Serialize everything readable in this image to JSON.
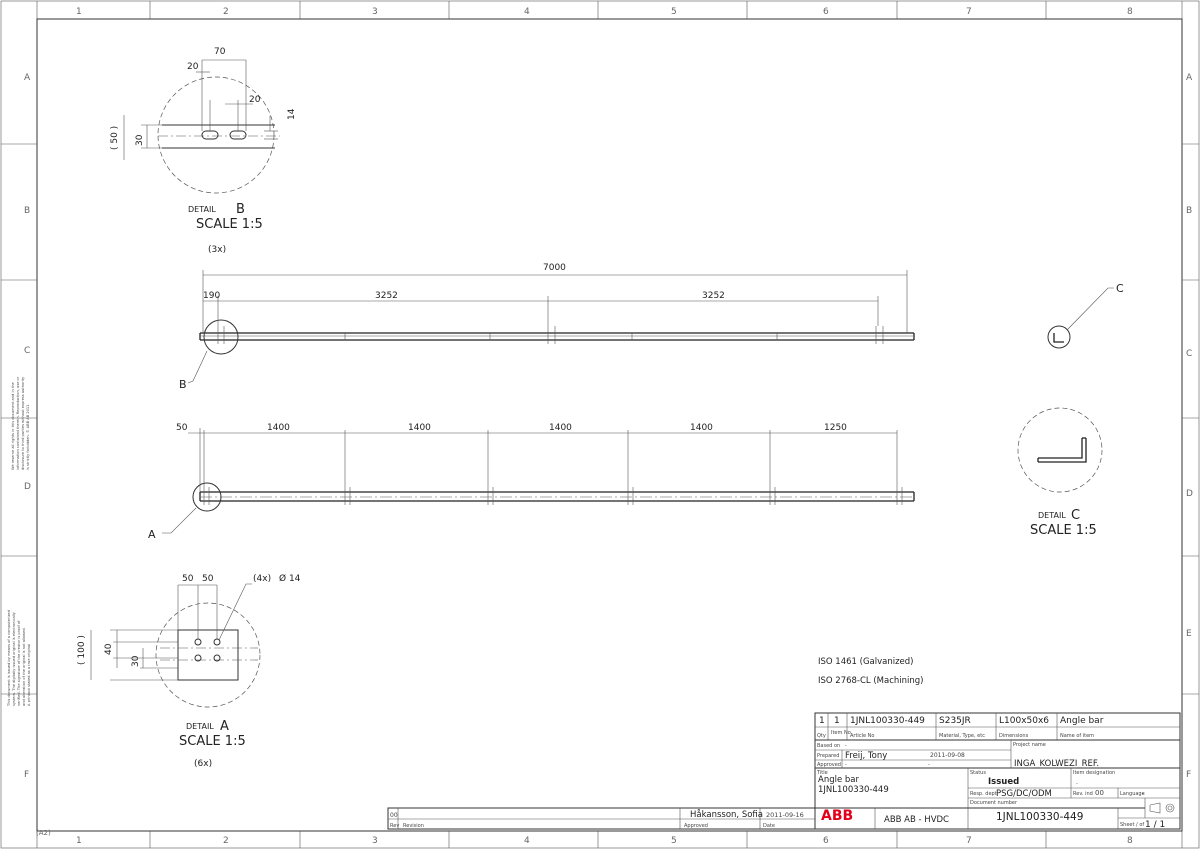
{
  "grid": {
    "columns": [
      "1",
      "2",
      "3",
      "4",
      "5",
      "6",
      "7",
      "8"
    ],
    "rows": [
      "A",
      "B",
      "C",
      "D",
      "E",
      "F"
    ],
    "format": "(A2)"
  },
  "side_notes": {
    "note1": [
      "We reserve all rights in this document and in the",
      "information contained therein. Reproduction, use or",
      "disclosure to third parties without express authority",
      "is strictly forbidden. © ABB AB 2011"
    ],
    "note2": [
      "This document is issued by means of a computerized",
      "system. The digitally issued original is electronically",
      "verified. The signature of the creator is proof of",
      "and alteration of the original is not allowed.",
      "A printout stated as a true original"
    ]
  },
  "detail_b": {
    "dims": {
      "top_70": "70",
      "left_20": "20",
      "right_20": "20",
      "h14": "14",
      "h30": "30",
      "h50": "( 50 )"
    },
    "title_word": "DETAIL",
    "letter": "B",
    "scale": "SCALE 1:5",
    "qty": "(3x)"
  },
  "view_top": {
    "overall": "7000",
    "d190": "190",
    "d3252a": "3252",
    "d3252b": "3252",
    "callout_b": "B"
  },
  "view_bottom": {
    "d50": "50",
    "d1400a": "1400",
    "d1400b": "1400",
    "d1400c": "1400",
    "d1400d": "1400",
    "d1250": "1250",
    "callout_a": "A"
  },
  "callout_c": "C",
  "detail_c": {
    "title_word": "DETAIL",
    "letter": "C",
    "scale": "SCALE 1:5"
  },
  "detail_a": {
    "dims": {
      "d50a": "50",
      "d50b": "50",
      "hole": "(4x)",
      "dia": "Ø 14",
      "h40": "40",
      "h30": "30",
      "h100": "( 100 )"
    },
    "title_word": "DETAIL",
    "letter": "A",
    "scale": "SCALE 1:5",
    "qty": "(6x)"
  },
  "notes": {
    "iso1": "ISO  1461  (Galvanized)",
    "iso2": "ISO  2768-CL  (Machining)"
  },
  "parts_list": {
    "qty": "1",
    "item": "1",
    "article": "1JNL100330-449",
    "material": "S235JR",
    "dimensions": "L100x50x6",
    "name": "Angle bar",
    "h_qty": "Qty",
    "h_item": "Item No",
    "h_article": "Article No",
    "h_material": "Material, Type, etc",
    "h_dimensions": "Dimensions",
    "h_name": "Name of item"
  },
  "title_block": {
    "based_on_lbl": "Based on",
    "based_on": "-",
    "prepared_lbl": "Prepared",
    "prepared": "Freij, Tony",
    "prepared_date": "2011-09-08",
    "approved_lbl": "Approved",
    "approved": "-",
    "approved_date": "-",
    "project_lbl": "Project name",
    "project": "INGA_KOLWEZI_REF.",
    "title_lbl": "Title",
    "title1": "Angle bar",
    "title2": "1JNL100330-449",
    "status_lbl": "Status",
    "status": "Issued",
    "item_des_lbl": "Item designation",
    "item_des": "-",
    "resp_lbl": "Resp. dept",
    "resp": "PSG/DC/ODM",
    "rev_lbl": "Rev. ind",
    "rev": "00",
    "lang_lbl": "Language",
    "lang": "-",
    "docnum_lbl": "Document number",
    "docnum": "1JNL100330-449",
    "company": "ABB  AB   -   HVDC",
    "logo": "ABB",
    "sheet_lbl": "Sheet / of",
    "sheet": "1  /  1"
  },
  "revision": {
    "rev": "00",
    "rev_lbl": "Rev",
    "revision_lbl": "Revision",
    "approver": "Håkansson, Sofia",
    "date": "2011-09-16",
    "approved_lbl": "Approved",
    "date_lbl": "Date"
  }
}
